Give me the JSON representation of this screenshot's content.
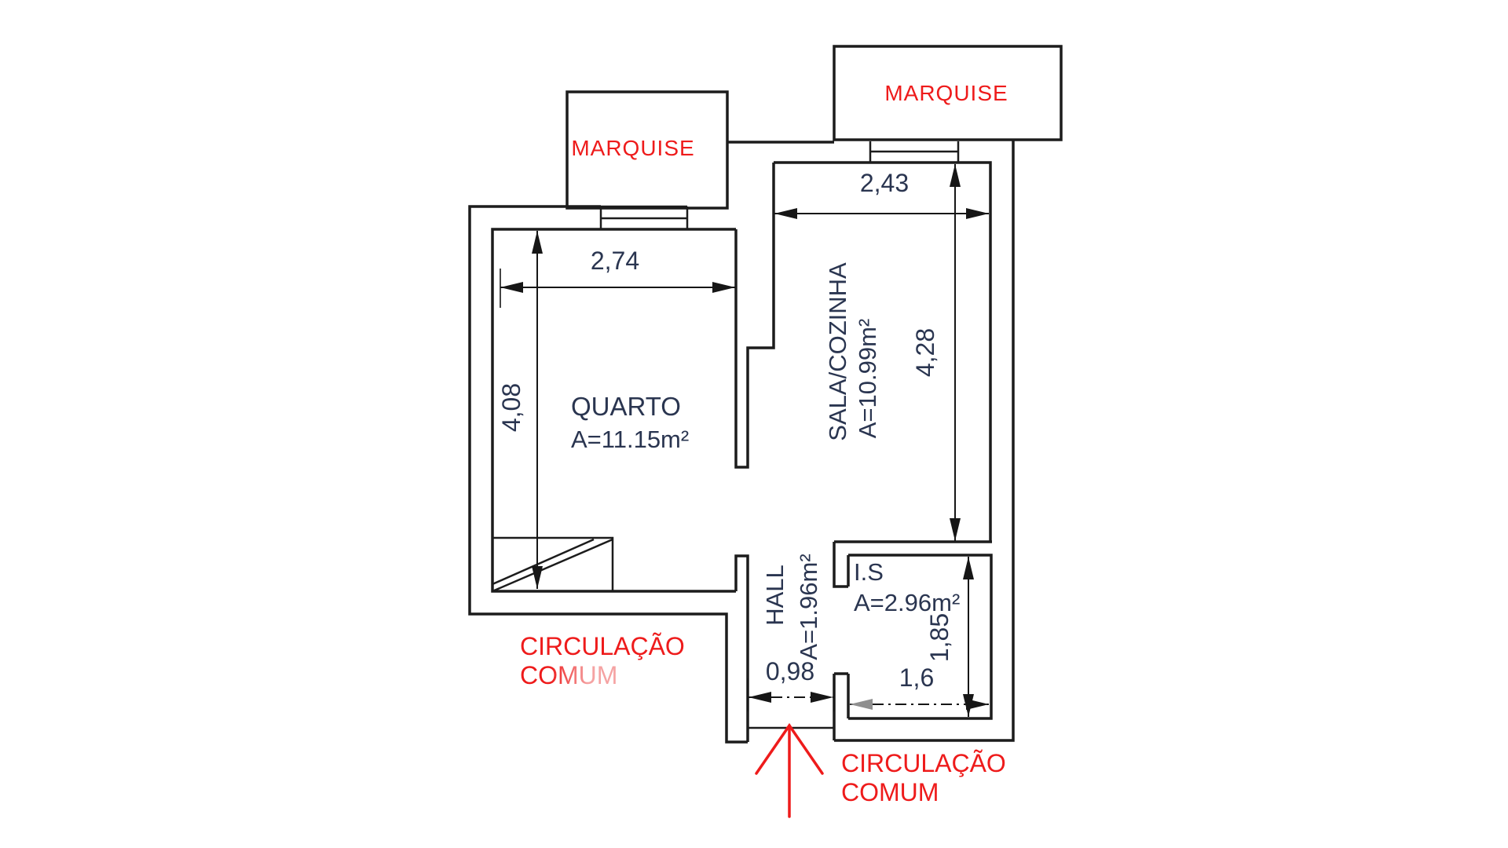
{
  "canopies": {
    "left_label": "MARQUISE",
    "right_label": "MARQUISE"
  },
  "rooms": {
    "quarto": {
      "name": "QUARTO",
      "area": "A=11.15m²"
    },
    "sala_cozinha": {
      "name": "SALA/COZINHA",
      "area": "A=10.99m²"
    },
    "hall": {
      "name": "HALL",
      "area": "A=1.96m²"
    },
    "is": {
      "name": "I.S",
      "area": "A=2.96m²"
    }
  },
  "dimensions": {
    "quarto_width": "2,74",
    "quarto_depth": "4,08",
    "sala_width": "2,43",
    "sala_depth": "4,28",
    "entrance_width": "0,98",
    "is_width": "1,6",
    "is_depth": "1,85"
  },
  "annotations": {
    "circulation_left": {
      "line1": "CIRCULAÇÃO",
      "line2": "COMUM"
    },
    "circulation_right": {
      "line1": "CIRCULAÇÃO",
      "line2": "COMUM"
    }
  },
  "colors": {
    "red": "#ee1b1b",
    "faded_red": "#f5a3a3",
    "ink": "#2a3550",
    "wall": "#1c1c1c",
    "gray_arrow": "#8f8f8f"
  }
}
